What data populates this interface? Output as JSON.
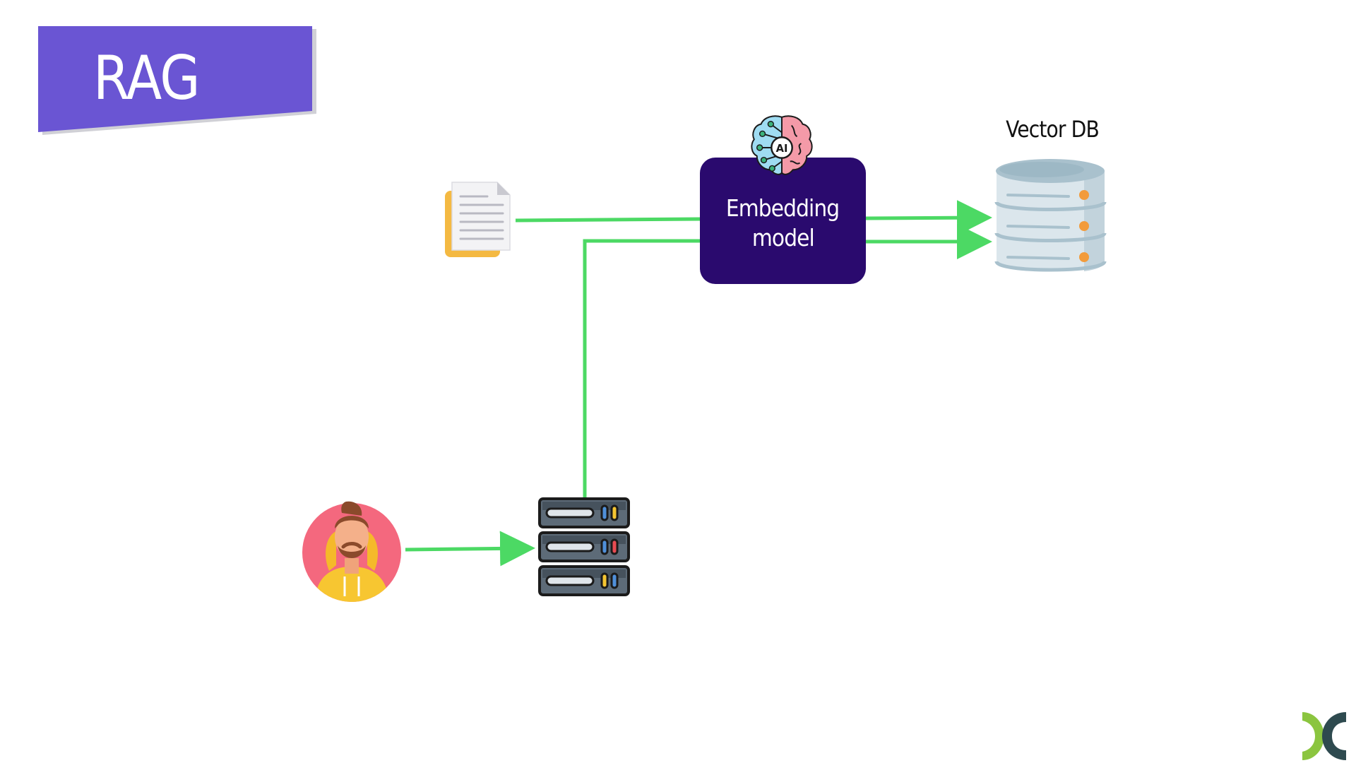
{
  "slide": {
    "title": "RAG"
  },
  "diagram": {
    "embedding_model": {
      "line1": "Embedding",
      "line2": "model",
      "badge_text": "AI"
    },
    "vector_db": {
      "label": "Vector DB"
    },
    "nodes": [
      {
        "id": "document",
        "icon": "document-icon"
      },
      {
        "id": "embedding-model",
        "icon": "ai-brain-icon"
      },
      {
        "id": "vector-db",
        "icon": "database-icon"
      },
      {
        "id": "user",
        "icon": "user-avatar-icon"
      },
      {
        "id": "server",
        "icon": "server-icon"
      }
    ],
    "edges": [
      {
        "from": "document",
        "to": "embedding-model"
      },
      {
        "from": "embedding-model",
        "to": "vector-db"
      },
      {
        "from": "embedding-model",
        "to": "vector-db"
      },
      {
        "from": "server",
        "to": "embedding-model"
      },
      {
        "from": "user",
        "to": "server"
      }
    ]
  },
  "colors": {
    "title_banner": "#6a55d3",
    "title_banner_shadow": "#b9b9c4",
    "embedding_box": "#2a0a6e",
    "arrow": "#4cd964",
    "text_dark": "#111111",
    "logo_green": "#8bc53f",
    "logo_dark": "#2e4a4f"
  }
}
